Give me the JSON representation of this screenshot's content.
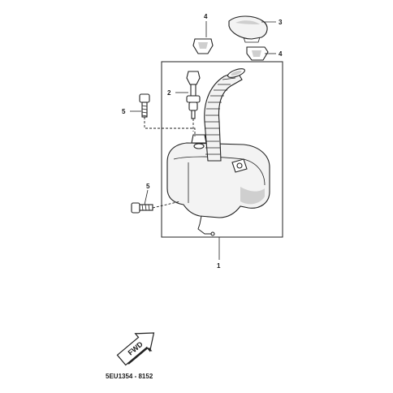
{
  "callouts": {
    "tank": "1",
    "valve": "2",
    "cap": "3",
    "grommet_left": "4",
    "grommet_right": "4",
    "bolt_upper": "5",
    "bolt_lower": "5"
  },
  "fwd_arrow_label": "FWD",
  "drawing_code": "5EU1354 - 8152"
}
